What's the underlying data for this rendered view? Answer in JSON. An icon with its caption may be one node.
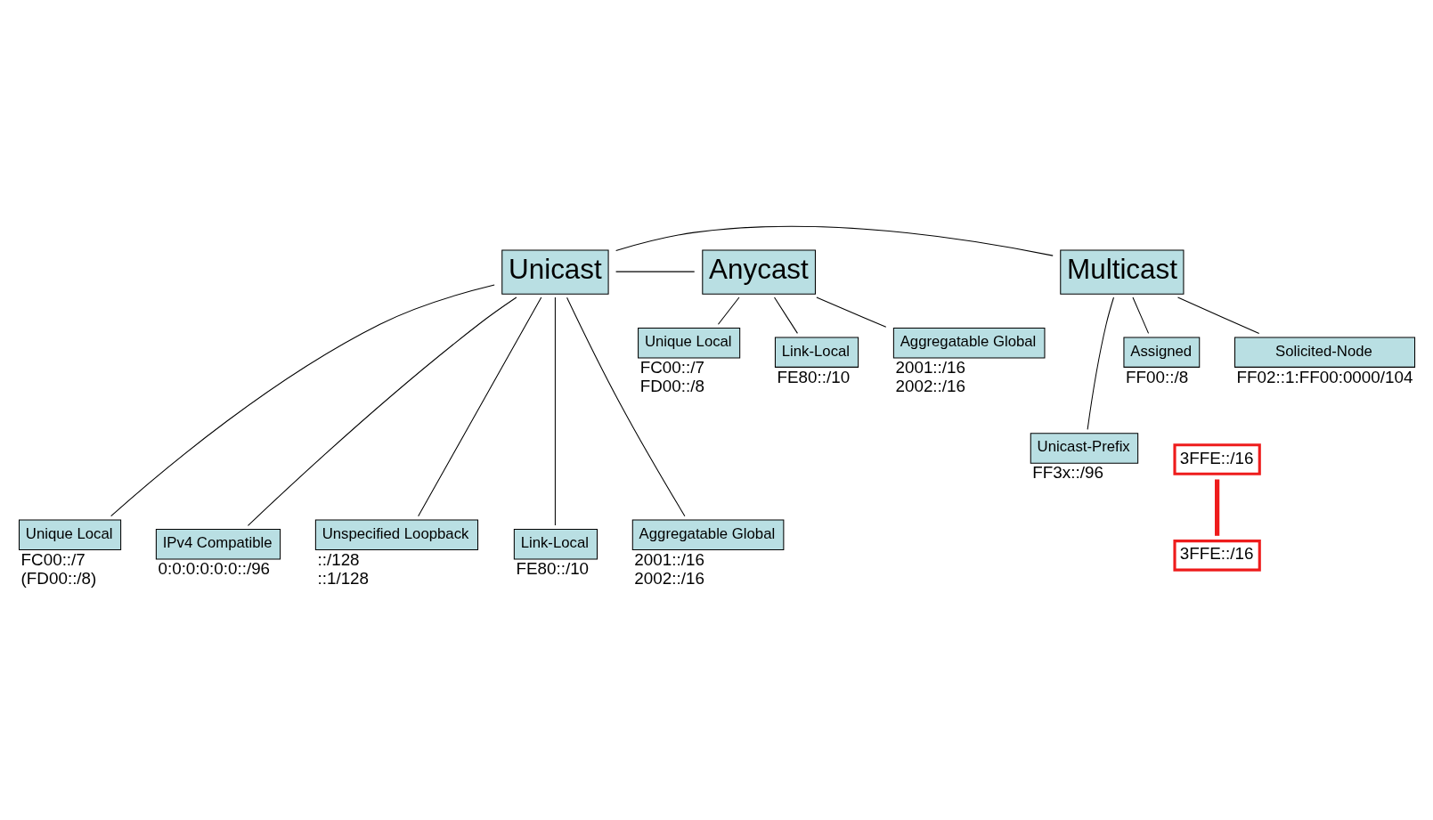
{
  "diagram": {
    "nodes": [
      {
        "text": [
          "Multicast"
        ]
      },
      {
        "text": [
          "Unicast"
        ]
      },
      {
        "text": [
          "Anycast"
        ]
      },
      {
        "text": [
          "Assigned"
        ],
        "beside": [
          "FF00::/8"
        ]
      },
      {
        "text": [
          "Solicited-Node"
        ],
        "beside": [
          "FF02::1:FF00:0000/104"
        ]
      },
      {
        "text": [
          "Link-Local"
        ],
        "beside": [
          "FE80::/10"
        ]
      },
      {
        "text": [
          "Aggregatable Global"
        ],
        "beside": [
          "2001::/16",
          "2002::/16"
        ]
      },
      {
        "text": [
          "Unique Local"
        ],
        "beside": [
          "FC00::/7",
          "FD00::/8"
        ]
      },
      {
        "text": [
          "Unicast-Prefix"
        ],
        "beside": [
          "FF3x::/96"
        ]
      },
      {
        "text": [
          "3FFE::/16"
        ]
      },
      {
        "text": [
          "Unspecified Loopback"
        ],
        "beside": [
          "::/128",
          "::1/128"
        ]
      },
      {
        "text": [
          "Link-Local"
        ],
        "beside": [
          "FE80::/10"
        ]
      },
      {
        "text": [
          "Aggregatable Global"
        ],
        "beside": [
          "2001::/16",
          "2002::/16"
        ]
      },
      {
        "text": [
          "Unique Local"
        ],
        "beside": [
          "FC00::/7",
          "(FD00::/8)"
        ]
      },
      {
        "text": [
          "IPv4 Compatible"
        ],
        "beside": [
          "0:0:0:0:0:0::/96"
        ]
      },
      {
        "text": [
          "3FFE::/16"
        ]
      }
    ],
    "edges": [
      {
        "from": 1,
        "to": 0,
        "arrow": "none"
      },
      {
        "from": 1,
        "to": 2,
        "arrow": "none"
      },
      {
        "from": 0,
        "to": 3,
        "arrow": "none"
      },
      {
        "from": 0,
        "to": 8,
        "arrow": "none"
      },
      {
        "from": 0,
        "to": 4,
        "arrow": "none"
      },
      {
        "from": 2,
        "to": 5,
        "arrow": "none"
      },
      {
        "from": 2,
        "to": 6,
        "arrow": "none"
      },
      {
        "from": 2,
        "to": 7,
        "arrow": "none"
      },
      {
        "from": 1,
        "to": 10,
        "arrow": "none"
      },
      {
        "from": 1,
        "to": 11,
        "arrow": "none"
      },
      {
        "from": 1,
        "to": 12,
        "arrow": "none"
      },
      {
        "from": 1,
        "to": 13,
        "arrow": "none"
      },
      {
        "from": 1,
        "to": 14,
        "arrow": "none"
      },
      {
        "from": 9,
        "to": 15,
        "arrow": "none",
        "style": "thick",
        "color": "#ee1c1c"
      }
    ]
  }
}
